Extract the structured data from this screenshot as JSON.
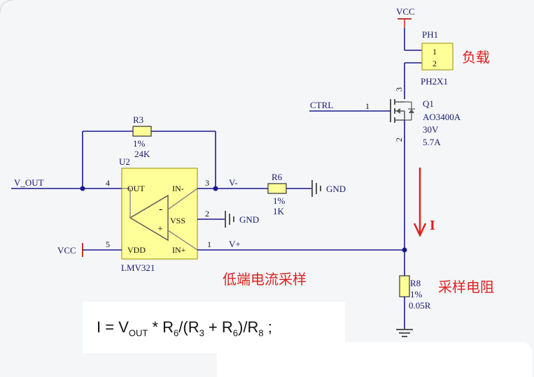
{
  "nets": {
    "vcc_top": "VCC",
    "vcc_left": "VCC",
    "ctrl": "CTRL",
    "vout": "V_OUT",
    "vminus": "V-",
    "vplus": "V+",
    "gnd1": "GND",
    "gnd2": "GND"
  },
  "connector": {
    "ref": "PH1",
    "part": "PH2X1",
    "pin1": "1",
    "pin2": "2"
  },
  "mosfet": {
    "ref": "Q1",
    "part": "AO3400A",
    "voltage": "30V",
    "current": "5.7A",
    "pin_gate": "1",
    "pin_drain": "3",
    "pin_source": "2"
  },
  "r3": {
    "ref": "R3",
    "tol": "1%",
    "value": "24K"
  },
  "r6": {
    "ref": "R6",
    "tol": "1%",
    "value": "1K"
  },
  "r8": {
    "ref": "R8",
    "tol": "1%",
    "value": "0.05R"
  },
  "opamp": {
    "ref": "U2",
    "part": "LMV321",
    "out": "OUT",
    "in_minus": "IN-",
    "vss": "VSS",
    "vdd": "VDD",
    "in_plus": "IN+",
    "pin_out": "4",
    "pin_in_minus": "3",
    "pin_vss": "2",
    "pin_vdd": "5",
    "pin_in_plus": "1",
    "sym_minus": "-",
    "sym_plus": "+"
  },
  "annotations": {
    "load": "负载",
    "low_side": "低端电流采样",
    "sense_res": "采样电阻",
    "current": "I"
  },
  "formula": {
    "i": "I",
    "eq": " = V",
    "out": "OUT",
    "mul": " * R",
    "r6a": "6",
    "mid": "/(R",
    "r3": "3",
    "plus": " + R",
    "r6b": "6",
    "end": ")/R",
    "r8": "8",
    "semi": " ;"
  },
  "colors": {
    "wire": "#1a1a8c",
    "component_fill": "#ffff99",
    "component_stroke": "#a8a020",
    "annotation": "#e02020"
  }
}
